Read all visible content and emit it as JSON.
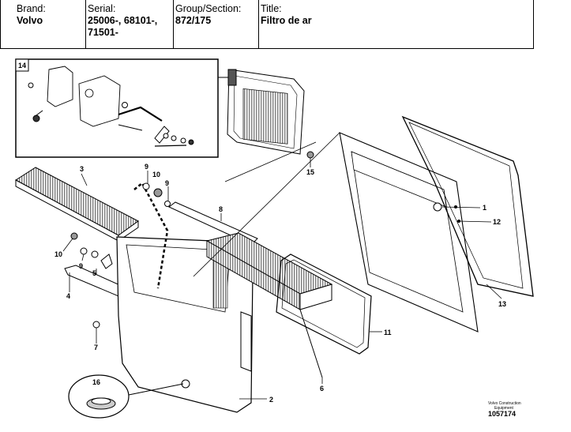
{
  "header": {
    "brand_label": "Brand:",
    "brand_value": "Volvo",
    "serial_label": "Serial:",
    "serial_line1": "25006-, 68101-,",
    "serial_line2": "71501-",
    "group_label": "Group/Section:",
    "group_value": "872/175",
    "title_label": "Title:",
    "title_value": "Filtro de ar"
  },
  "diagram": {
    "inset_label": "14",
    "callouts": {
      "c1": "1",
      "c2": "2",
      "c3": "3",
      "c4": "4",
      "c5": "5",
      "c6": "6",
      "c7": "7",
      "c8": "8",
      "c9a": "9",
      "c9b": "9",
      "c10a": "10",
      "c10b": "10",
      "c11": "11",
      "c12": "12",
      "c13": "13",
      "c15": "15",
      "c16": "16"
    },
    "footer_line1": "Volvo Construction",
    "footer_line2": "Equipment",
    "figure_number": "1057174"
  }
}
